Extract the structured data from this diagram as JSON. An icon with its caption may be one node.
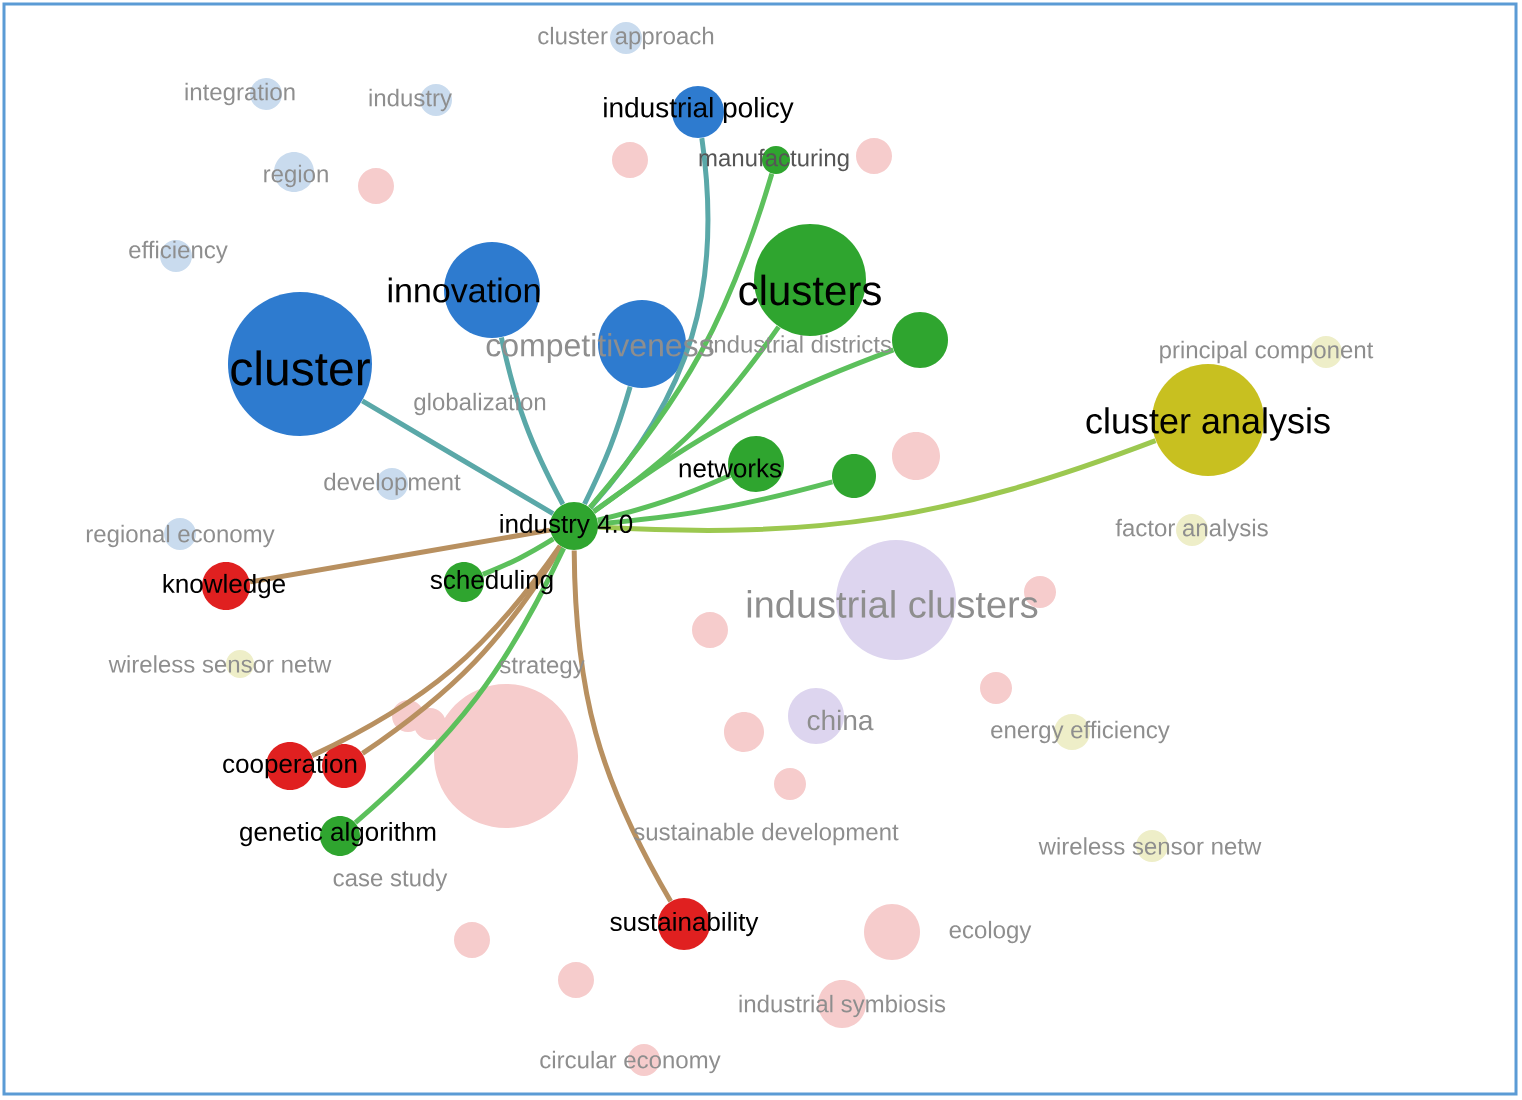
{
  "diagram": {
    "nodes": [
      {
        "text": [
          "cluster approach"
        ]
      },
      {
        "text": [
          "integration"
        ]
      },
      {
        "text": [
          "industry"
        ]
      },
      {
        "text": [
          "industrial policy"
        ]
      },
      {
        "text": [
          "manufacturing"
        ]
      },
      {
        "text": [
          "region"
        ]
      },
      {
        "text": [
          "efficiency"
        ]
      },
      {
        "text": [
          "innovation"
        ]
      },
      {
        "text": [
          "clusters"
        ]
      },
      {
        "text": [
          "competitiveness"
        ]
      },
      {
        "text": [
          "industrial districts"
        ]
      },
      {
        "text": [
          "principal component"
        ]
      },
      {
        "text": [
          "cluster"
        ]
      },
      {
        "text": [
          "cluster analysis"
        ]
      },
      {
        "text": [
          "globalization"
        ]
      },
      {
        "text": [
          "development"
        ]
      },
      {
        "text": [
          "networks"
        ]
      },
      {
        "text": [],
        "shape": "circle"
      },
      {
        "text": [
          "industry 4.0"
        ]
      },
      {
        "text": [
          "regional economy"
        ]
      },
      {
        "text": [
          "factor analysis"
        ]
      },
      {
        "text": [
          "knowledge"
        ]
      },
      {
        "text": [
          "scheduling"
        ]
      },
      {
        "text": [
          "industrial clusters"
        ]
      },
      {
        "text": [
          "wireless sensor netw"
        ]
      },
      {
        "text": [
          "strategy"
        ]
      },
      {
        "text": [
          "china"
        ]
      },
      {
        "text": [
          "energy efficiency"
        ]
      },
      {
        "text": [
          "cooperation"
        ]
      },
      {
        "text": [],
        "shape": "circle"
      },
      {
        "text": [
          "genetic algorithm"
        ]
      },
      {
        "text": [
          "sustainable development"
        ]
      },
      {
        "text": [
          "case study"
        ]
      },
      {
        "text": [
          "wireless sensor netw"
        ]
      },
      {
        "text": [
          "sustainability"
        ]
      },
      {
        "text": [
          "ecology"
        ]
      },
      {
        "text": [
          "industrial symbiosis"
        ]
      },
      {
        "text": [
          "circular economy"
        ]
      }
    ],
    "edges": [
      {
        "from": 18,
        "to": 12,
        "arrow": "none",
        "color": "#5aa8a8"
      },
      {
        "from": 18,
        "to": 7,
        "arrow": "none",
        "color": "#5aa8a8"
      },
      {
        "from": 18,
        "to": 3,
        "arrow": "none",
        "color": "#5aa8a8"
      },
      {
        "from": 18,
        "to": 4,
        "arrow": "none"
      },
      {
        "from": 18,
        "to": 8,
        "arrow": "none"
      },
      {
        "from": 18,
        "to": 9,
        "arrow": "none",
        "color": "#5aa8a8"
      },
      {
        "from": 18,
        "to": 10,
        "arrow": "none"
      },
      {
        "from": 18,
        "to": 13,
        "arrow": "none",
        "color": "#9cc850"
      },
      {
        "from": 18,
        "to": 16,
        "arrow": "none"
      },
      {
        "from": 18,
        "to": 17,
        "arrow": "none"
      },
      {
        "from": 18,
        "to": 21,
        "arrow": "none",
        "color": "#b89060"
      },
      {
        "from": 18,
        "to": 22,
        "arrow": "none"
      },
      {
        "from": 18,
        "to": 28,
        "arrow": "none",
        "color": "#b89060"
      },
      {
        "from": 18,
        "to": 29,
        "arrow": "none",
        "color": "#b89060"
      },
      {
        "from": 18,
        "to": 30,
        "arrow": "none"
      },
      {
        "from": 18,
        "to": 34,
        "arrow": "none",
        "color": "#b89060"
      }
    ]
  }
}
